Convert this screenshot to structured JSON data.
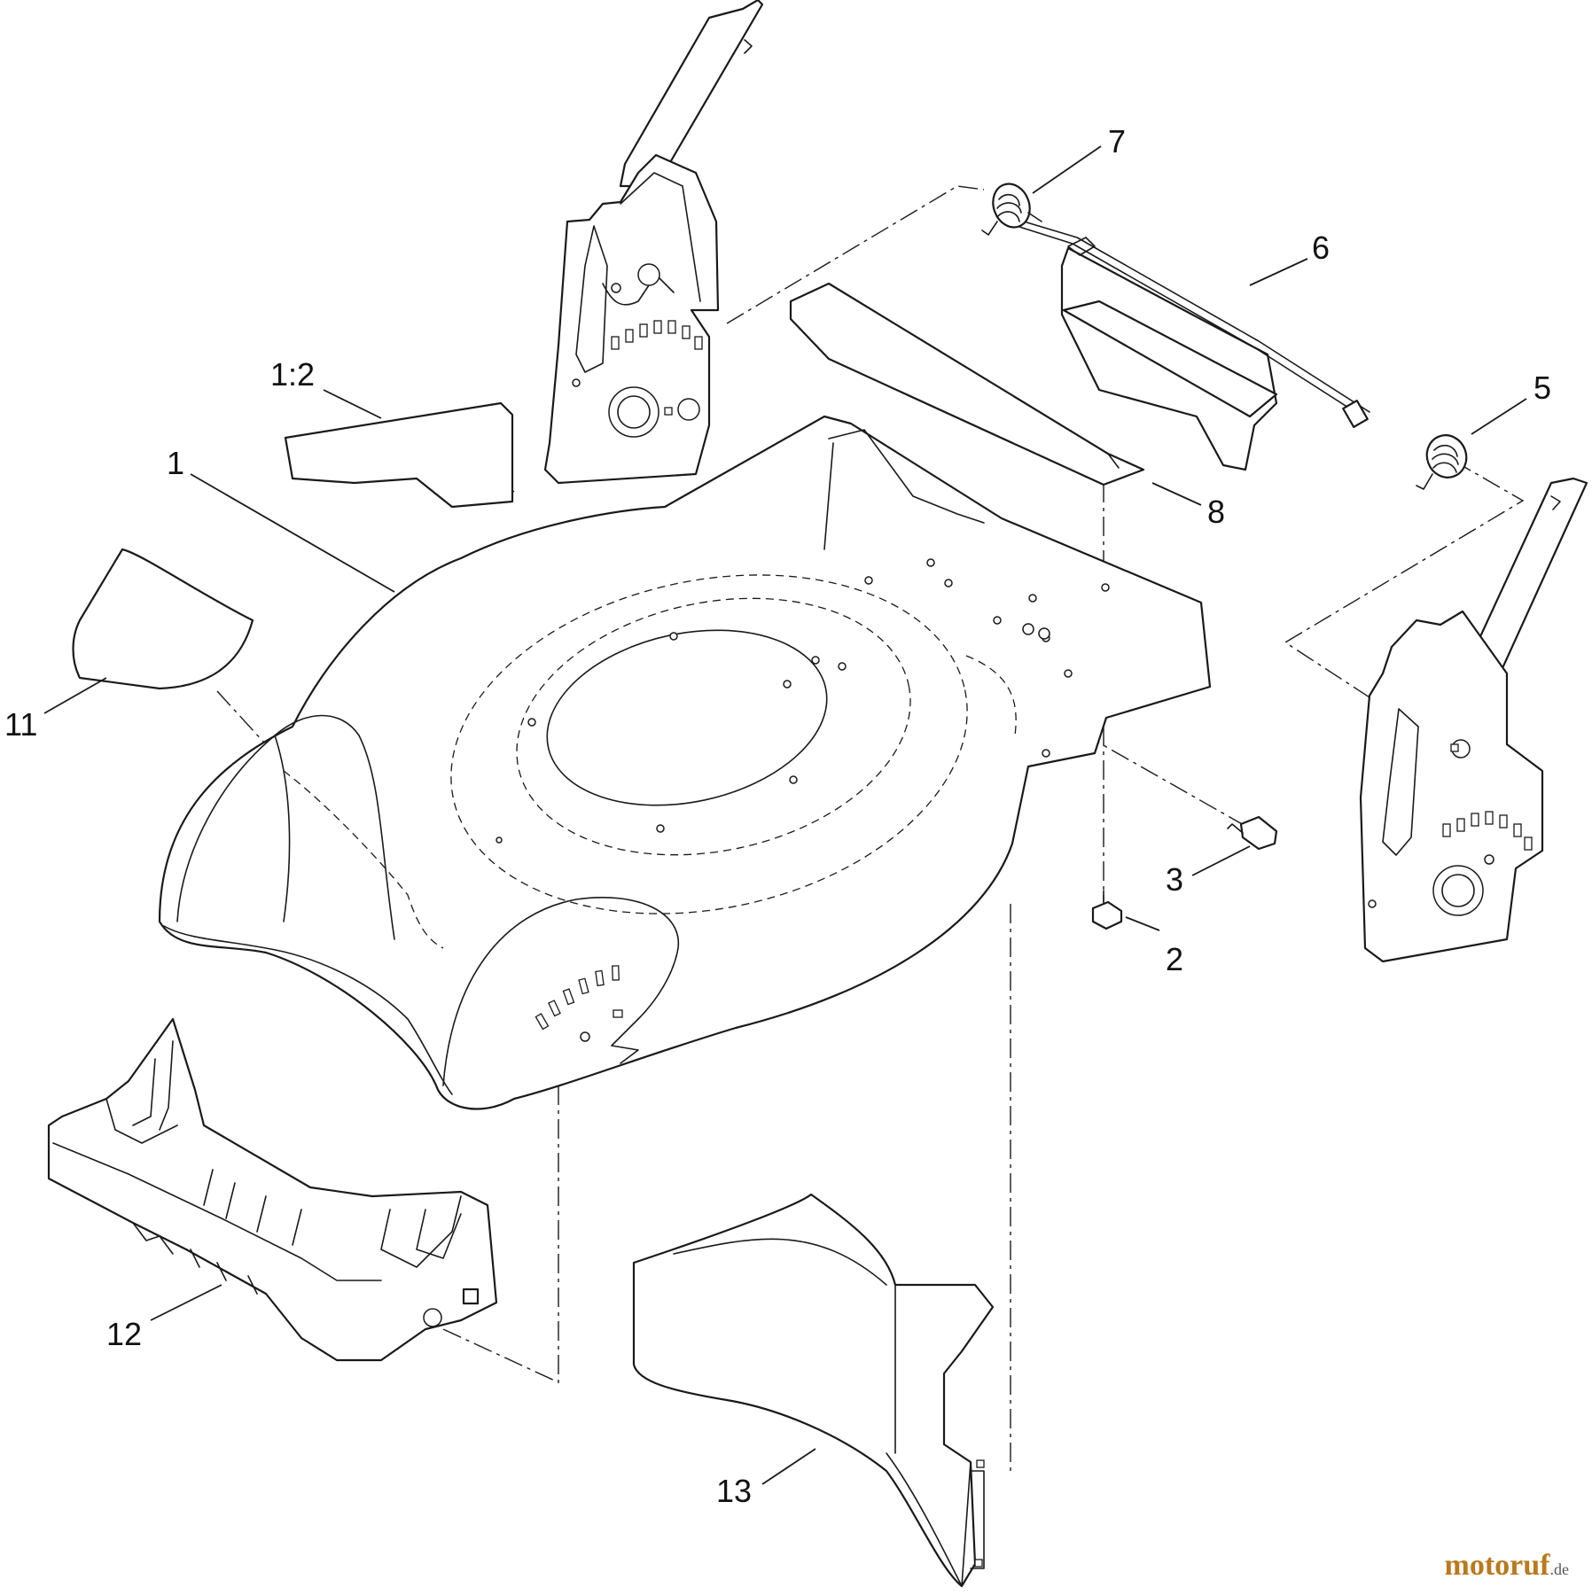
{
  "callouts": [
    {
      "id": "1",
      "label": "1"
    },
    {
      "id": "1-2",
      "label": "1:2"
    },
    {
      "id": "2",
      "label": "2"
    },
    {
      "id": "3",
      "label": "3"
    },
    {
      "id": "5",
      "label": "5"
    },
    {
      "id": "6",
      "label": "6"
    },
    {
      "id": "7",
      "label": "7"
    },
    {
      "id": "8",
      "label": "8"
    },
    {
      "id": "11",
      "label": "11"
    },
    {
      "id": "12",
      "label": "12"
    },
    {
      "id": "13",
      "label": "13"
    }
  ],
  "watermark": {
    "name": "motoruf",
    "suffix": ".de"
  }
}
